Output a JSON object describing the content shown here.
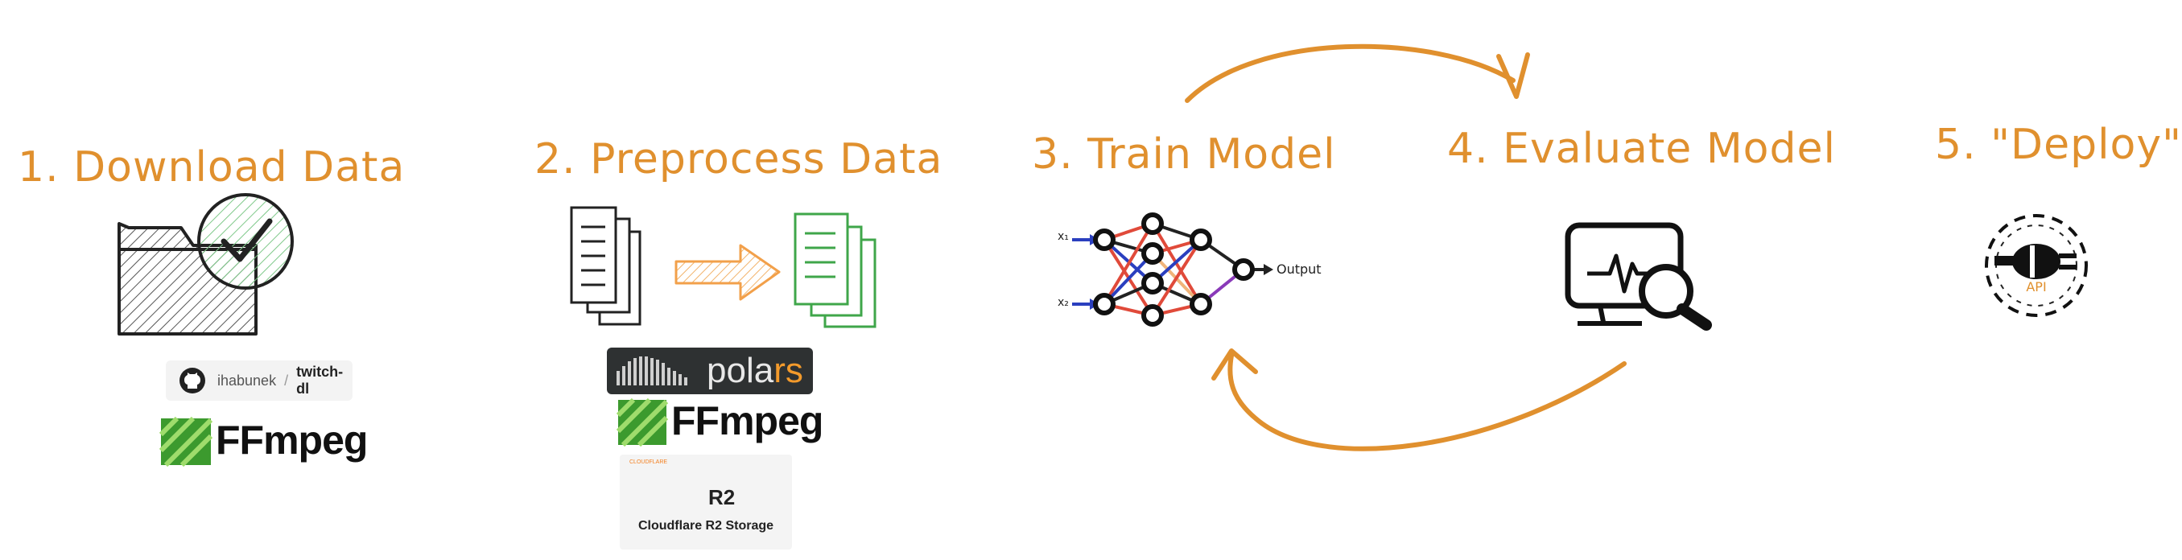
{
  "stages": [
    {
      "title": "1. Download Data"
    },
    {
      "title": "2. Preprocess Data"
    },
    {
      "title": "3. Train Model"
    },
    {
      "title": "4. Evaluate Model"
    },
    {
      "title": "5. \"Deploy\""
    }
  ],
  "download": {
    "github_owner": "ihabunek",
    "github_sep": "/",
    "github_repo": "twitch-dl",
    "ffmpeg": "FFmpeg"
  },
  "preprocess": {
    "polars_pre": "pola",
    "polars_rs": "rs",
    "ffmpeg": "FFmpeg",
    "r2_small": "CLOUDFLARE",
    "r2_big": "R2",
    "r2_caption": "Cloudflare R2 Storage"
  },
  "train": {
    "x1": "x₁",
    "x2": "x₂",
    "output": "Output"
  },
  "deploy": {
    "api": "API"
  },
  "colors": {
    "accent": "#e0902e",
    "green": "#5cb85c",
    "red": "#e04a3a",
    "blue": "#2a3fbf",
    "purple": "#8a3ab9"
  },
  "icons": [
    "folder-check-icon",
    "documents-icon",
    "arrow-right-icon",
    "neural-network-icon",
    "monitor-magnifier-icon",
    "gear-plug-icon",
    "github-icon",
    "ffmpeg-icon",
    "polars-icon",
    "r2-bucket-icon"
  ]
}
